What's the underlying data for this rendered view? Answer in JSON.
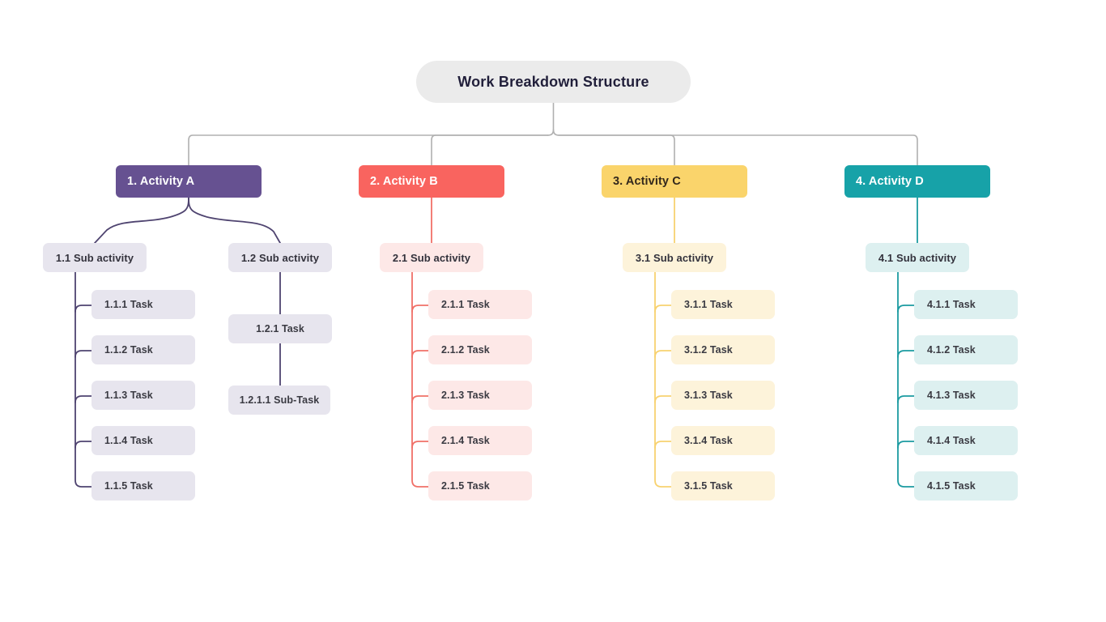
{
  "diagram": {
    "type": "work-breakdown-structure",
    "root": {
      "label": "Work Breakdown Structure",
      "color": "#ebebeb",
      "text_color": "#211f3a"
    },
    "branches": [
      {
        "id": "1",
        "activity": {
          "label": "1. Activity A",
          "color": "#665191",
          "text_color": "#ffffff"
        },
        "line_color": "#4f4470",
        "node_color": "#e7e5ee",
        "sub_activities": [
          {
            "label": "1.1 Sub activity",
            "tasks": [
              {
                "label": "1.1.1 Task"
              },
              {
                "label": "1.1.2 Task"
              },
              {
                "label": "1.1.3 Task"
              },
              {
                "label": "1.1.4 Task"
              },
              {
                "label": "1.1.5 Task"
              }
            ]
          },
          {
            "label": "1.2 Sub activity",
            "chain": [
              {
                "label": "1.2.1 Task"
              },
              {
                "label": "1.2.1.1 Sub-Task"
              }
            ]
          }
        ]
      },
      {
        "id": "2",
        "activity": {
          "label": "2. Activity B",
          "color": "#f9645f",
          "text_color": "#ffffff"
        },
        "line_color": "#f07068",
        "node_color": "#fde8e7",
        "sub_activities": [
          {
            "label": "2.1 Sub activity",
            "tasks": [
              {
                "label": "2.1.1 Task"
              },
              {
                "label": "2.1.2 Task"
              },
              {
                "label": "2.1.3 Task"
              },
              {
                "label": "2.1.4 Task"
              },
              {
                "label": "2.1.5 Task"
              }
            ]
          }
        ]
      },
      {
        "id": "3",
        "activity": {
          "label": "3. Activity C",
          "color": "#fad46b",
          "text_color": "#33281c"
        },
        "line_color": "#f8d270",
        "node_color": "#fdf3da",
        "sub_activities": [
          {
            "label": "3.1 Sub activity",
            "tasks": [
              {
                "label": "3.1.1 Task"
              },
              {
                "label": "3.1.2 Task"
              },
              {
                "label": "3.1.3 Task"
              },
              {
                "label": "3.1.4 Task"
              },
              {
                "label": "3.1.5 Task"
              }
            ]
          }
        ]
      },
      {
        "id": "4",
        "activity": {
          "label": "4. Activity D",
          "color": "#17a2a8",
          "text_color": "#ffffff"
        },
        "line_color": "#1b9ba1",
        "node_color": "#ddf0f0",
        "sub_activities": [
          {
            "label": "4.1 Sub activity",
            "tasks": [
              {
                "label": "4.1.1 Task"
              },
              {
                "label": "4.1.2 Task"
              },
              {
                "label": "4.1.3 Task"
              },
              {
                "label": "4.1.4 Task"
              },
              {
                "label": "4.1.5 Task"
              }
            ]
          }
        ]
      }
    ],
    "trunk_color": "#b0b0b0",
    "background": "#ffffff"
  }
}
